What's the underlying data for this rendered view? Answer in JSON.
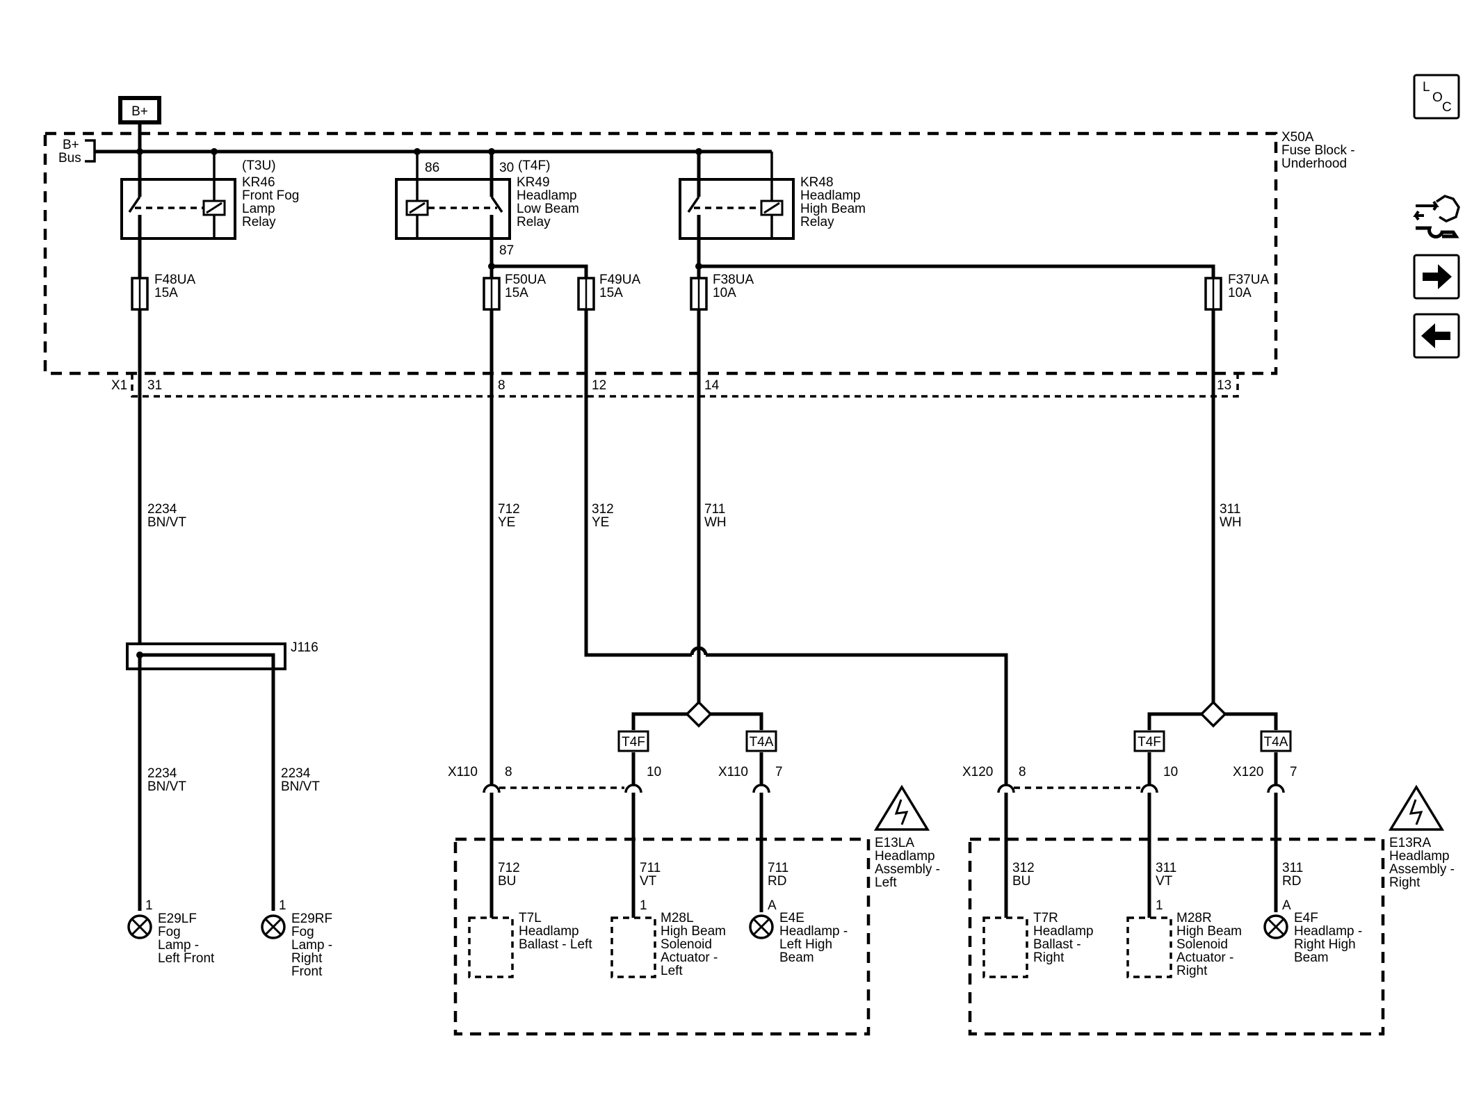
{
  "power": {
    "source": "B+",
    "bus_line1": "B+",
    "bus_line2": "Bus"
  },
  "fuse_block": {
    "id": "X50A",
    "line2": "Fuse Block -",
    "line3": "Underhood",
    "connector": "X1"
  },
  "relays": [
    {
      "id": "KR46",
      "name_lines": [
        "Front Fog",
        "Lamp",
        "Relay"
      ],
      "tag": "(T3U)"
    },
    {
      "id": "KR49",
      "name_lines": [
        "Headlamp",
        "Low Beam",
        "Relay"
      ],
      "tag": "(T4F)",
      "pin_in": "86",
      "pin_com": "30",
      "pin_out": "87"
    },
    {
      "id": "KR48",
      "name_lines": [
        "Headlamp",
        "High Beam",
        "Relay"
      ]
    }
  ],
  "fuses": [
    {
      "id": "F48UA",
      "rating": "15A",
      "pin": "31"
    },
    {
      "id": "F50UA",
      "rating": "15A",
      "pin": "8"
    },
    {
      "id": "F49UA",
      "rating": "15A",
      "pin": "12"
    },
    {
      "id": "F38UA",
      "rating": "10A",
      "pin": "14"
    },
    {
      "id": "F37UA",
      "rating": "10A",
      "pin": "13"
    }
  ],
  "wires": {
    "fog_main": {
      "circuit": "2234",
      "color": "BN/VT"
    },
    "lowbeam_left": {
      "circuit": "712",
      "color": "YE"
    },
    "lowbeam_right": {
      "circuit": "312",
      "color": "YE"
    },
    "highbeam_left": {
      "circuit": "711",
      "color": "WH"
    },
    "highbeam_right": {
      "circuit": "311",
      "color": "WH"
    },
    "fog_left": {
      "circuit": "2234",
      "color": "BN/VT"
    },
    "fog_right": {
      "circuit": "2234",
      "color": "BN/VT"
    }
  },
  "splice": {
    "id": "J116"
  },
  "option_tags": {
    "t4f": "T4F",
    "t4a": "T4A"
  },
  "connectors": {
    "left_lb": {
      "id": "X110",
      "pin": "8"
    },
    "left_sol": {
      "pin": "10"
    },
    "left_hb": {
      "id": "X110",
      "pin": "7"
    },
    "right_lb": {
      "id": "X120",
      "pin": "8"
    },
    "right_sol": {
      "pin": "10"
    },
    "right_hb": {
      "id": "X120",
      "pin": "7"
    }
  },
  "assemblies": {
    "left": {
      "id": "E13LA",
      "name_lines": [
        "Headlamp",
        "Assembly -",
        "Left"
      ],
      "wires": [
        {
          "circuit": "712",
          "color": "BU"
        },
        {
          "circuit": "711",
          "color": "VT"
        },
        {
          "circuit": "711",
          "color": "RD"
        }
      ],
      "ballast": {
        "id": "T7L",
        "name_lines": [
          "Headlamp",
          "Ballast - Left"
        ]
      },
      "solenoid": {
        "pin": "1",
        "id": "M28L",
        "name_lines": [
          "High Beam",
          "Solenoid",
          "Actuator -",
          "Left"
        ]
      },
      "lamp": {
        "pin": "A",
        "id": "E4E",
        "name_lines": [
          "Headlamp -",
          "Left High",
          "Beam"
        ]
      }
    },
    "right": {
      "id": "E13RA",
      "name_lines": [
        "Headlamp",
        "Assembly -",
        "Right"
      ],
      "wires": [
        {
          "circuit": "312",
          "color": "BU"
        },
        {
          "circuit": "311",
          "color": "VT"
        },
        {
          "circuit": "311",
          "color": "RD"
        }
      ],
      "ballast": {
        "id": "T7R",
        "name_lines": [
          "Headlamp",
          "Ballast -",
          "Right"
        ]
      },
      "solenoid": {
        "pin": "1",
        "id": "M28R",
        "name_lines": [
          "High Beam",
          "Solenoid",
          "Actuator -",
          "Right"
        ]
      },
      "lamp": {
        "pin": "A",
        "id": "E4F",
        "name_lines": [
          "Headlamp -",
          "Right High",
          "Beam"
        ]
      }
    }
  },
  "fog_lamps": {
    "left": {
      "pin": "1",
      "id": "E29LF",
      "name_lines": [
        "Fog",
        "Lamp -",
        "Left Front"
      ]
    },
    "right": {
      "pin": "1",
      "id": "E29RF",
      "name_lines": [
        "Fog",
        "Lamp -",
        "Right",
        "Front"
      ]
    }
  },
  "nav": {
    "loc_l": "L",
    "loc_o": "O",
    "loc_c": "C"
  }
}
